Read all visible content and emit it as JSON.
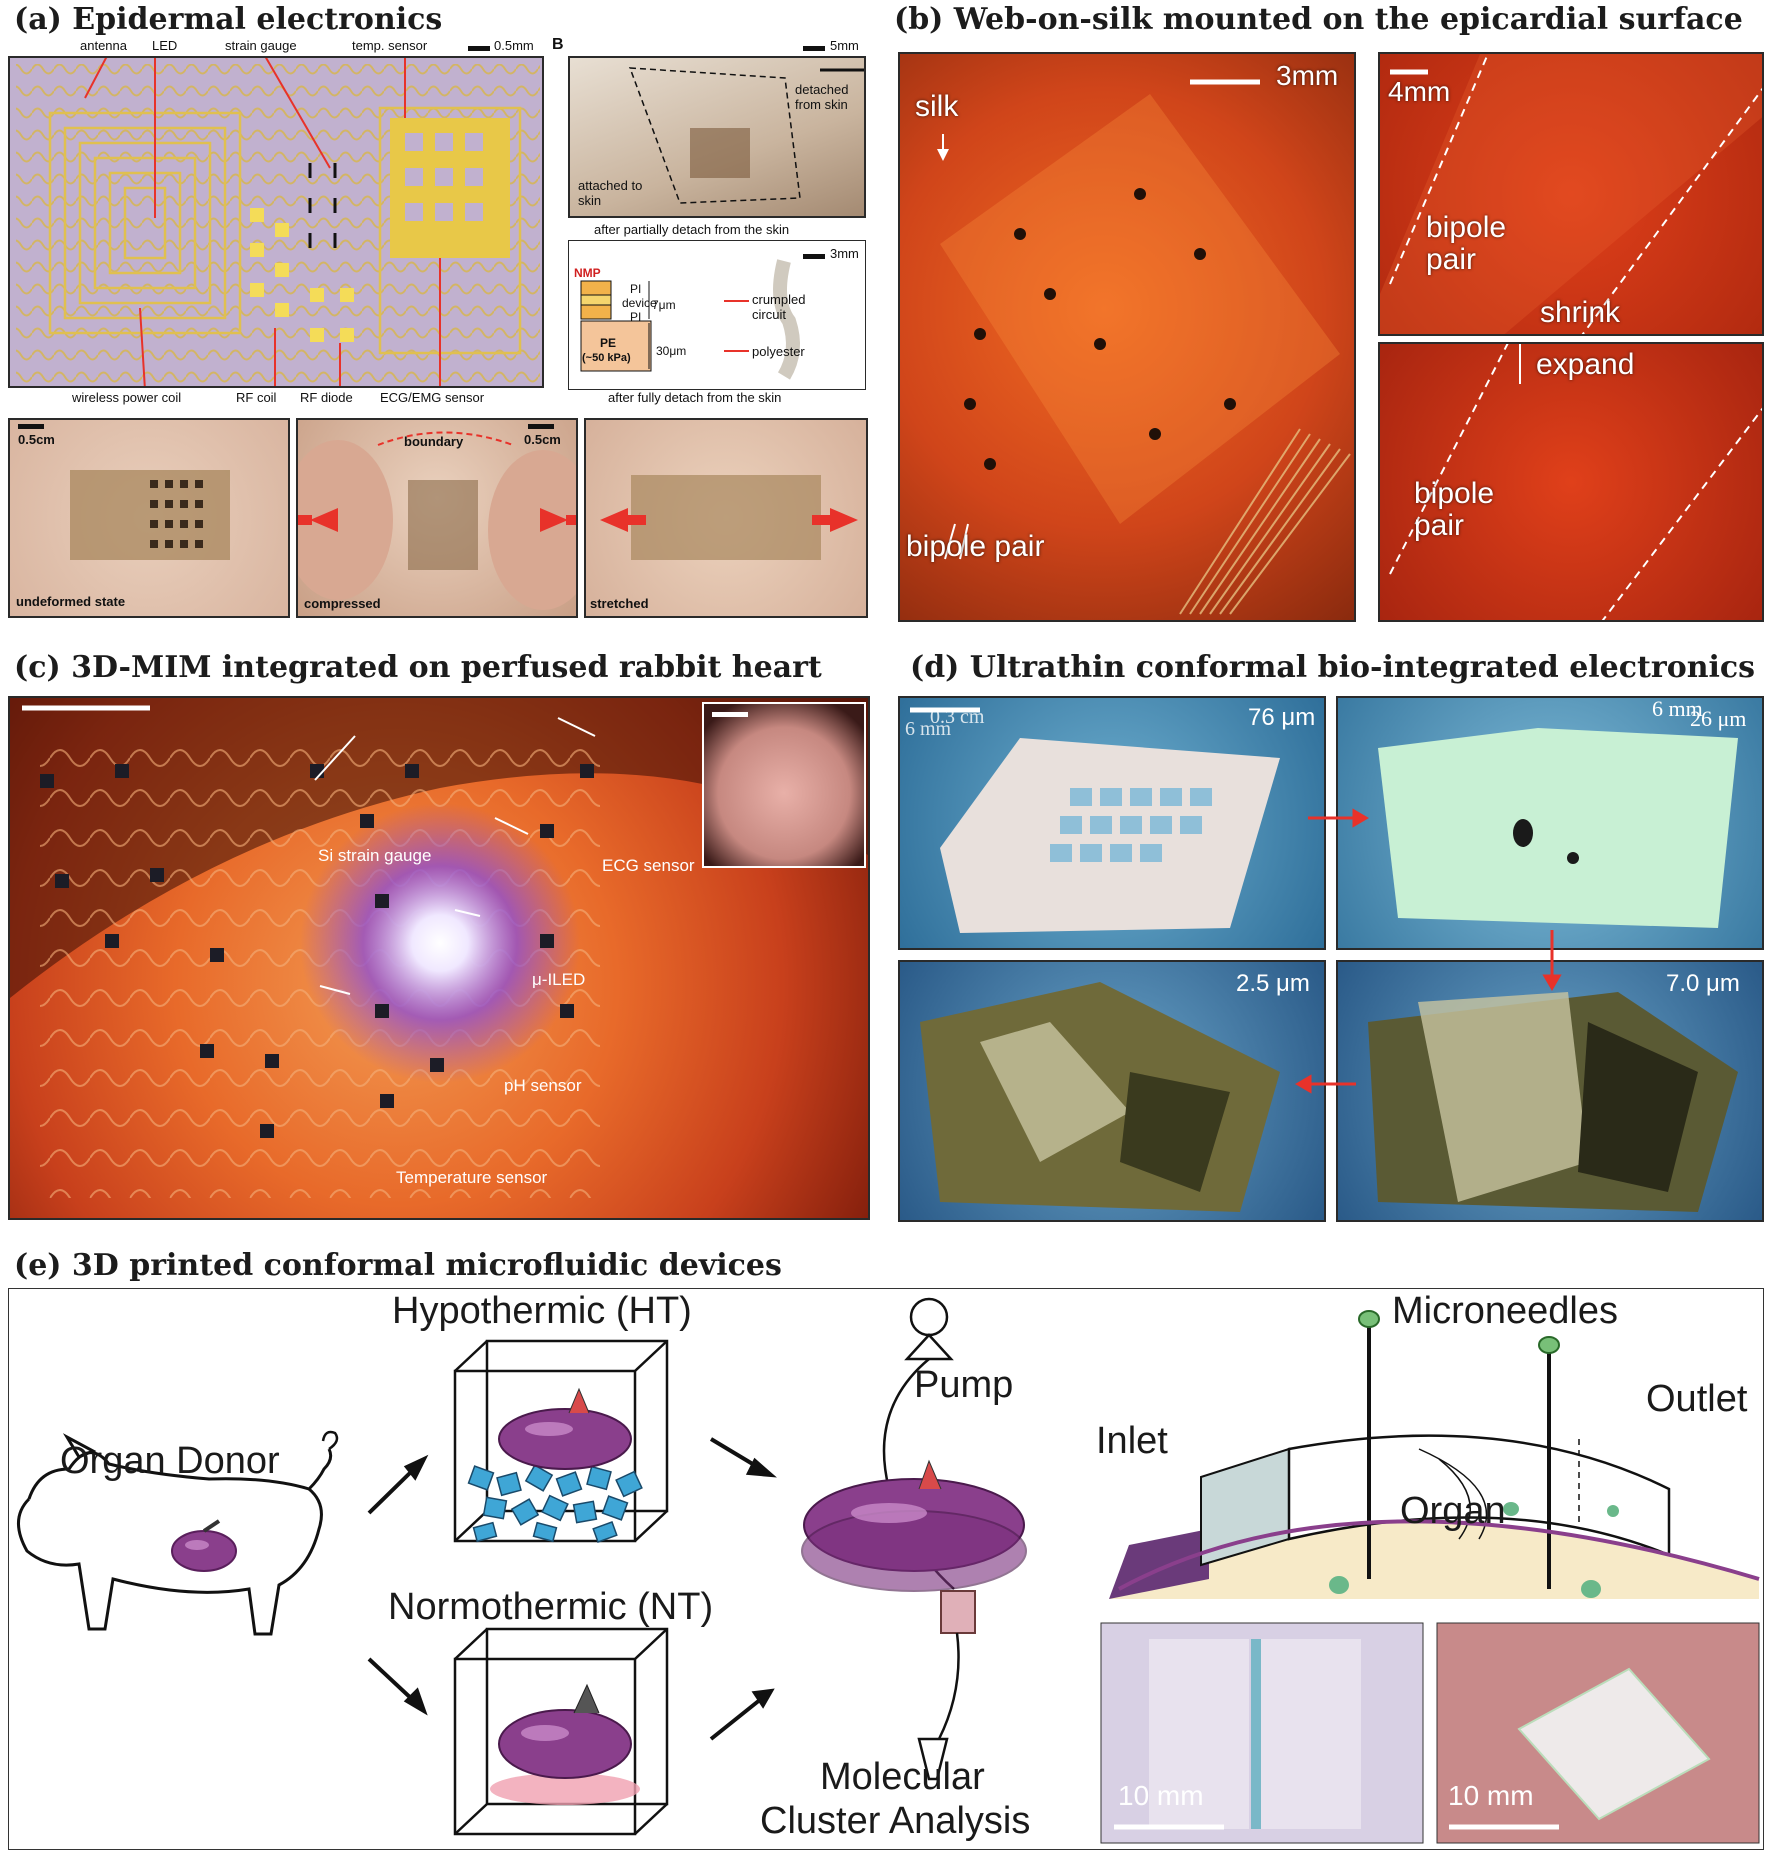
{
  "panel_a": {
    "title": "(a) Epidermal electronics",
    "labels": {
      "antenna": "antenna",
      "led": "LED",
      "strain_gauge": "strain gauge",
      "temp_sensor": "temp. sensor",
      "scale": "0.5mm",
      "panel_b_marker": "B",
      "wireless_power_coil": "wireless power coil",
      "rf_coil": "RF coil",
      "rf_diode": "RF diode",
      "ecg_emg_sensor": "ECG/EMG sensor"
    },
    "detach": {
      "scale1": "5mm",
      "detached_from_skin": "detached from skin",
      "attached_to_skin": "attached to skin",
      "caption1": "after partially detach from the skin",
      "scale2": "3mm",
      "nmp": "NMP",
      "pi_top": "PI",
      "device": "device",
      "pi_bottom": "PI",
      "thickness1": "7μm",
      "pe": "PE",
      "pe_modulus": "(~50 kPa)",
      "thickness2": "30μm",
      "crumpled_circuit": "crumpled circuit",
      "polyester": "polyester",
      "caption2": "after fully detach from the skin"
    },
    "states": {
      "scale_a": "0.5cm",
      "boundary": "boundary",
      "scale_b": "0.5cm",
      "undeformed": "undeformed state",
      "compressed": "compressed",
      "stretched": "stretched"
    }
  },
  "panel_b": {
    "title": "(b) Web-on-silk mounted on the epicardial surface",
    "scale_left": "3mm",
    "silk": "silk",
    "bipole_pair": "bipole pair",
    "scale_right": "4mm",
    "bipole_pair_top": "bipole pair",
    "shrink": "shrink",
    "expand": "expand",
    "bipole_pair_bottom": "bipole pair"
  },
  "panel_c": {
    "title": "(c) 3D-MIM integrated on perfused rabbit heart",
    "si_strain_gauge": "Si strain gauge",
    "ecg_sensor": "ECG sensor",
    "mu_iled": "μ-ILED",
    "ph_sensor": "pH sensor",
    "temperature_sensor": "Temperature sensor"
  },
  "panel_d": {
    "title": "(d) Ultrathin conformal bio-integrated electronics",
    "scale_cm": "0.3 cm",
    "scale_mm_tl": "6 mm",
    "scale_mm_tr": "6 mm",
    "thickness_tl": "76 μm",
    "thickness_tr": "26 μm",
    "thickness_bl": "2.5 μm",
    "thickness_br": "7.0 μm"
  },
  "panel_e": {
    "title": "(e) 3D printed conformal microfluidic devices",
    "hypothermic": "Hypothermic (HT)",
    "normothermic": "Normothermic (NT)",
    "organ_donor": "Organ Donor",
    "pump": "Pump",
    "molecular_line1": "Molecular",
    "molecular_line2": "Cluster Analysis",
    "microneedles": "Microneedles",
    "inlet": "Inlet",
    "outlet": "Outlet",
    "organ": "Organ",
    "scale_left": "10 mm",
    "scale_right": "10 mm"
  },
  "colors": {
    "arrow_red": "#e8322a",
    "kidney_purple": "#8a3f8c",
    "heart_orange": "#e2551f",
    "ice_blue": "#3fa6d6"
  }
}
